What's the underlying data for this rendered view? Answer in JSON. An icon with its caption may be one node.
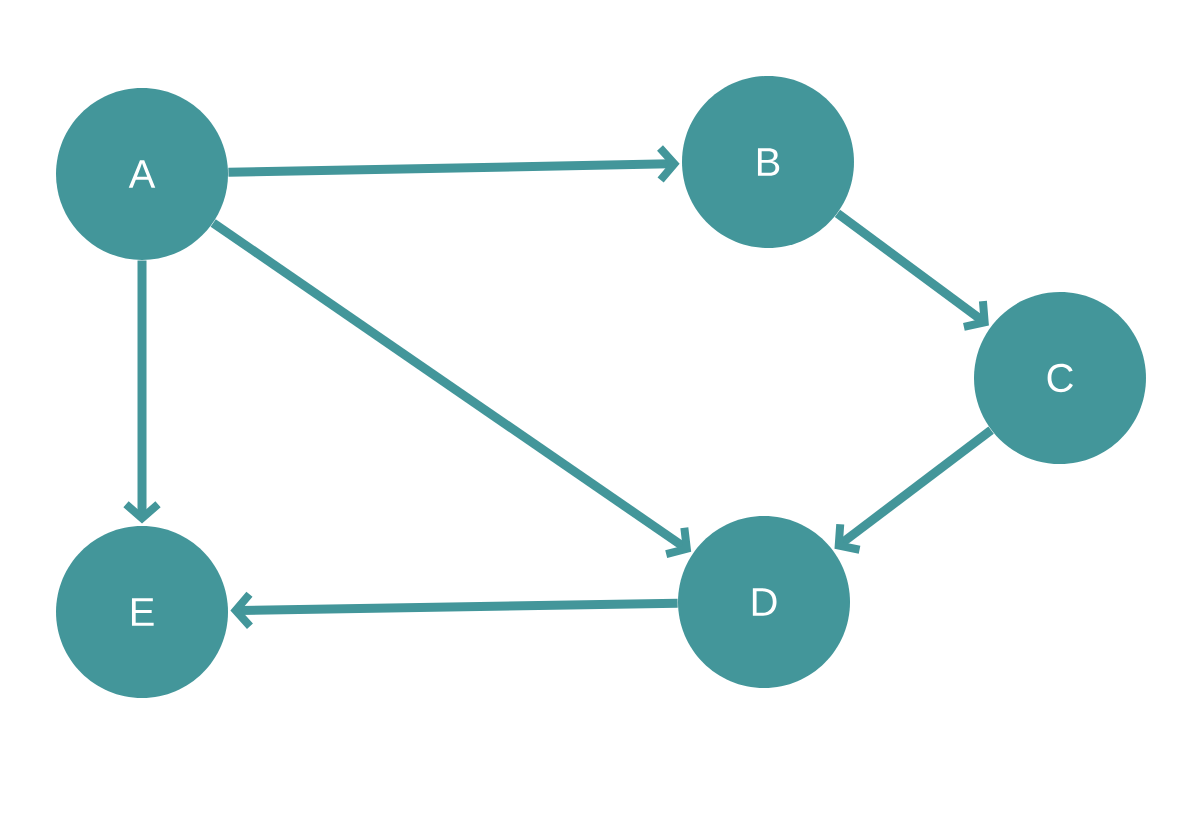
{
  "diagram": {
    "nodes": [
      {
        "text": [
          "A"
        ]
      },
      {
        "text": [
          "B"
        ]
      },
      {
        "text": [
          "C"
        ]
      },
      {
        "text": [
          "D"
        ]
      },
      {
        "text": [
          "E"
        ]
      }
    ],
    "edges": [
      {
        "from": 0,
        "to": 1,
        "arrow": "to"
      },
      {
        "from": 1,
        "to": 2,
        "arrow": "to"
      },
      {
        "from": 2,
        "to": 3,
        "arrow": "to"
      },
      {
        "from": 3,
        "to": 4,
        "arrow": "to"
      },
      {
        "from": 0,
        "to": 3,
        "arrow": "to"
      },
      {
        "from": 0,
        "to": 4,
        "arrow": "to"
      }
    ]
  }
}
